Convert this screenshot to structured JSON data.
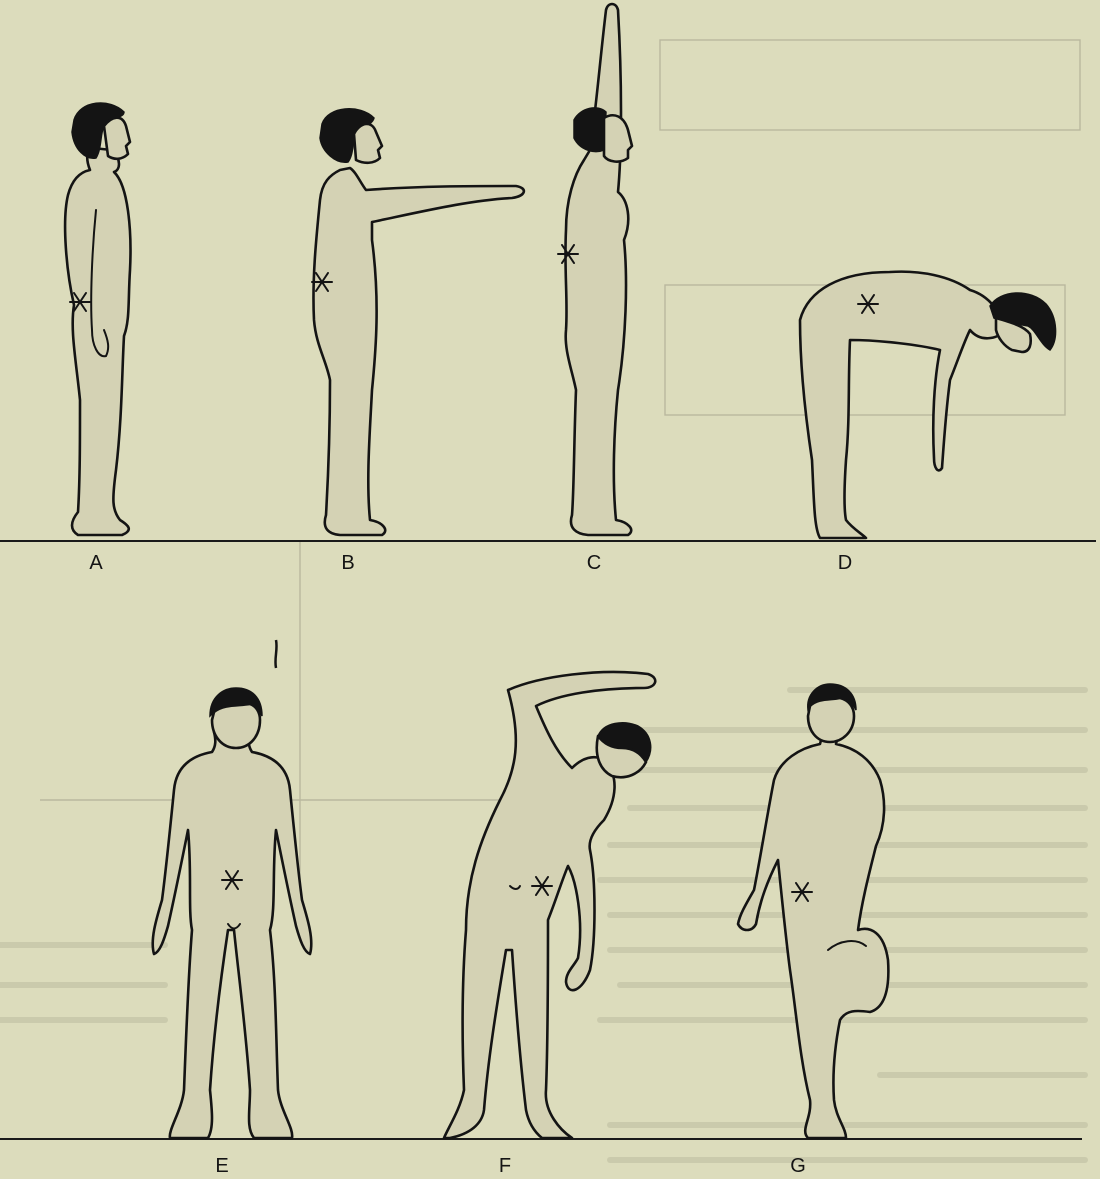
{
  "figure": {
    "panel_labels": [
      "A",
      "B",
      "C",
      "D",
      "E",
      "F",
      "G"
    ],
    "marker_glyph": "*"
  }
}
